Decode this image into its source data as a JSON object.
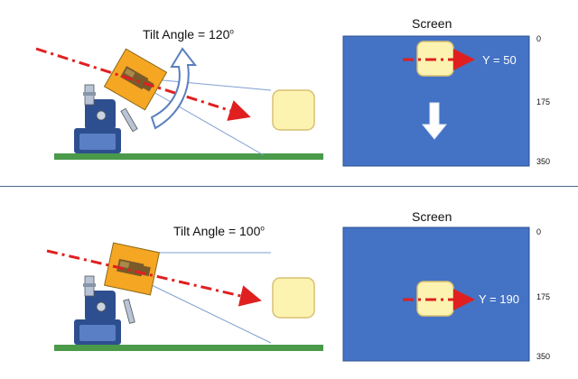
{
  "colors": {
    "screen_blue": "#4472c4",
    "screen_border": "#2f528f",
    "laser_red": "#e02020",
    "ground_green": "#4a9a4a",
    "camera_orange": "#f5a623",
    "mount_blue": "#2e4f8f",
    "object_yellow": "#fdf3b0",
    "arrow_outline": "#5a7fbf"
  },
  "panels": [
    {
      "id": "top",
      "tilt_label": "Tilt Angle = 120",
      "degree_symbol": "o",
      "screen_title": "Screen",
      "ticks": [
        "0",
        "175",
        "350"
      ],
      "y_label": "Y = 50",
      "y_value": 50,
      "icons": [
        "rotate-arrow-icon",
        "down-arrow-icon"
      ]
    },
    {
      "id": "bottom",
      "tilt_label": "Tilt Angle = 100",
      "degree_symbol": "o",
      "screen_title": "Screen",
      "ticks": [
        "0",
        "175",
        "350"
      ],
      "y_label": "Y = 190",
      "y_value": 190,
      "icons": []
    }
  ]
}
